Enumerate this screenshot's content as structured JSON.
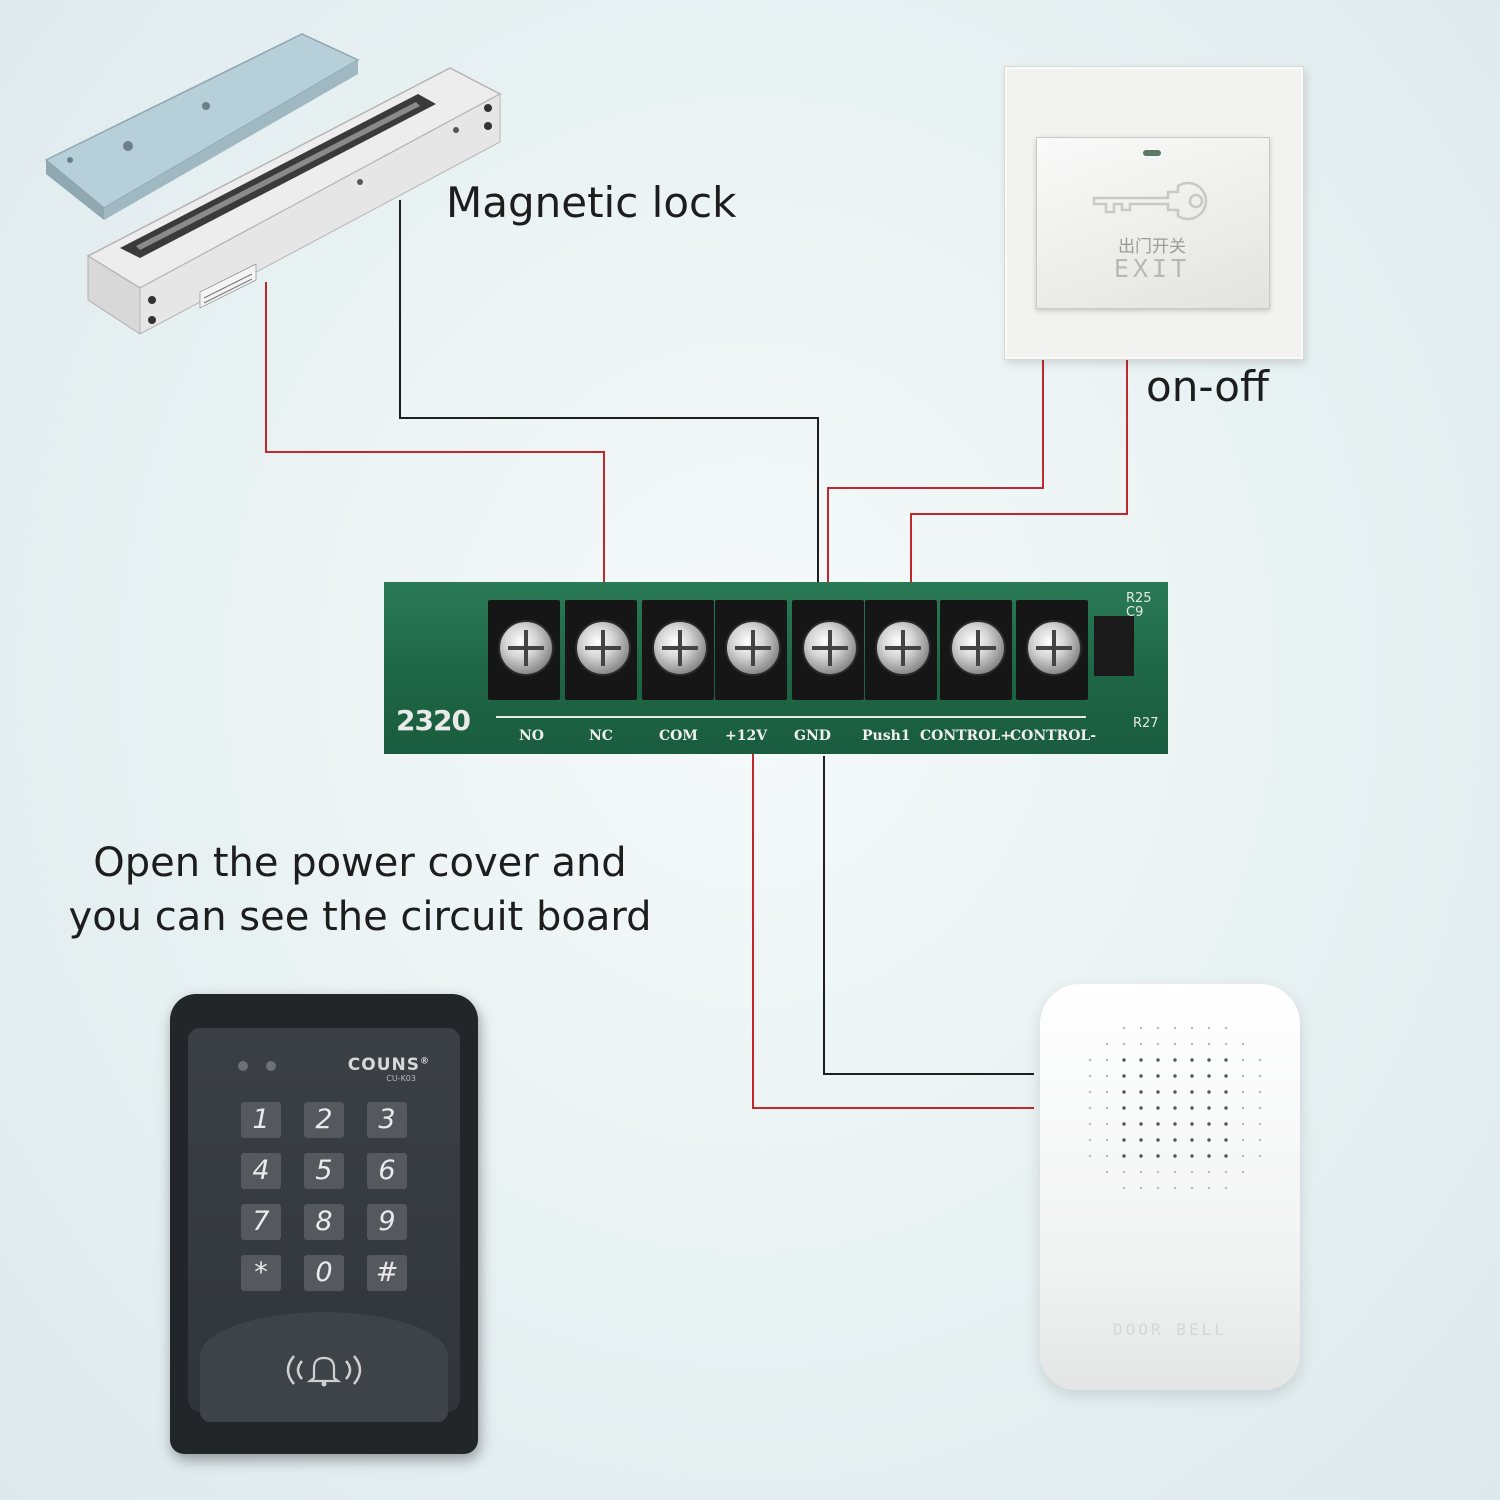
{
  "labels": {
    "magnetic_lock": "Magnetic lock",
    "on_off": "on-off",
    "open_cover_line1": "Open the power cover and",
    "open_cover_line2": "you can see the circuit board"
  },
  "exit_switch": {
    "chinese_label": "出门开关",
    "english_label": "EXIT"
  },
  "circuit_board": {
    "model": "2320",
    "component_labels": [
      "R25",
      "C9",
      "R27"
    ],
    "terminals": [
      "NO",
      "NC",
      "COM",
      "+12V",
      "GND",
      "Push1",
      "CONTROL+",
      "CONTROL-"
    ]
  },
  "keypad": {
    "brand": "COUNS",
    "registered_mark": "®",
    "model": "CU-K03",
    "keys": [
      "1",
      "2",
      "3",
      "4",
      "5",
      "6",
      "7",
      "8",
      "9",
      "*",
      "0",
      "#"
    ]
  },
  "doorbell": {
    "label": "DOOR BELL"
  },
  "colors": {
    "red_wire": "#c0282d",
    "black_wire": "#1e1e1e",
    "pcb_green": "#1f6b49"
  }
}
